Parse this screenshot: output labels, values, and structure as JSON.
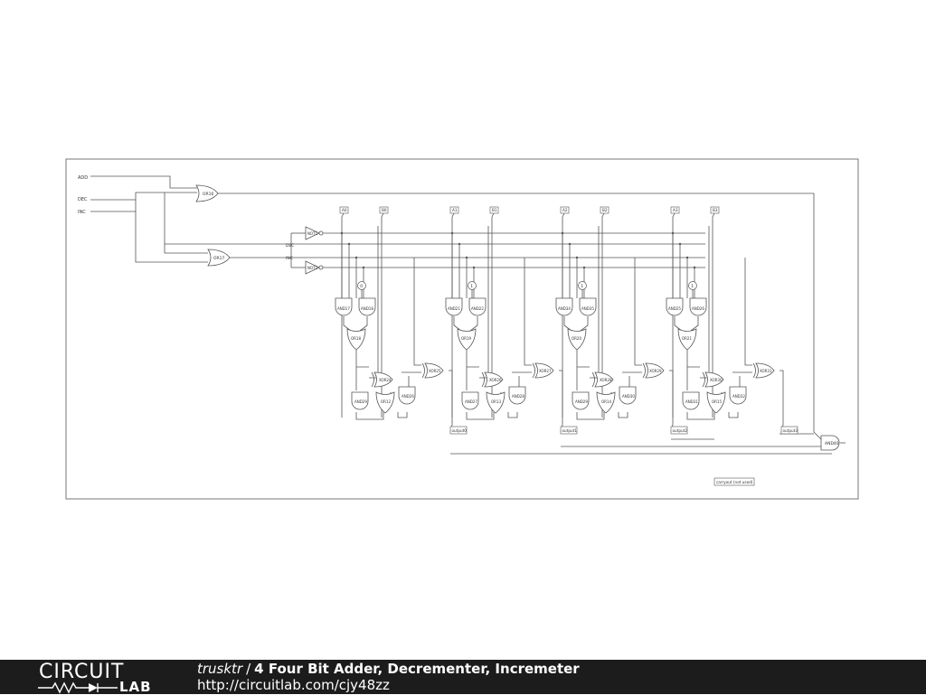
{
  "inputs": [
    "ADD",
    "DEC",
    "INC"
  ],
  "bus_labels": [
    "DEC",
    "INC"
  ],
  "bit_inputs": [
    "A0",
    "B0",
    "A1",
    "B1",
    "A2",
    "B2",
    "A3",
    "B3"
  ],
  "top_gates": {
    "or_add": "OR16",
    "or_inc_dec": "OR17",
    "not_a": "NOT1",
    "not_b": "NOT2",
    "final_and": "AND40"
  },
  "stages": [
    {
      "and_a": "AND17",
      "and_b": "AND18",
      "or_mux": "OR18",
      "xor_a": "XOR24",
      "xor_b": "XOR25",
      "and_c": "AND29",
      "or_carry": "OR12",
      "and_d": "AND26",
      "output": "output0",
      "constant": "0"
    },
    {
      "and_a": "AND21",
      "and_b": "AND22",
      "or_mux": "OR19",
      "xor_a": "XOR26",
      "xor_b": "XOR27",
      "and_c": "AND27",
      "or_carry": "OR13",
      "and_d": "AND28",
      "output": "output1",
      "constant": "1"
    },
    {
      "and_a": "AND34",
      "and_b": "AND35",
      "or_mux": "OR20",
      "xor_a": "XOR28",
      "xor_b": "XOR29",
      "and_c": "AND29",
      "or_carry": "OR14",
      "and_d": "AND30",
      "output": "output2",
      "constant": "1"
    },
    {
      "and_a": "AND25",
      "and_b": "AND26",
      "or_mux": "OR21",
      "xor_a": "XOR30",
      "xor_b": "XOR31",
      "and_c": "AND31",
      "or_carry": "OR15",
      "and_d": "AND32",
      "output": "output3",
      "constant": "1"
    }
  ],
  "carryout_label": "carryout (not used)",
  "footer": {
    "logo_top": "CIRCUIT",
    "logo_bottom": "LAB",
    "author": "trusktr",
    "separator": "/",
    "title": "4 Four Bit Adder, Decrementer, Incremeter",
    "url": "http://circuitlab.com/cjy48zz"
  }
}
